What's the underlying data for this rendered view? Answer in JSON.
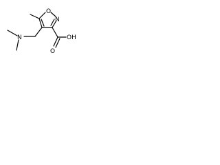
{
  "molecule": {
    "atoms": {
      "ring_n": "N",
      "ring_o": "O",
      "amine_n": "N",
      "carbonyl_o": "O",
      "hydroxyl": "OH"
    }
  }
}
